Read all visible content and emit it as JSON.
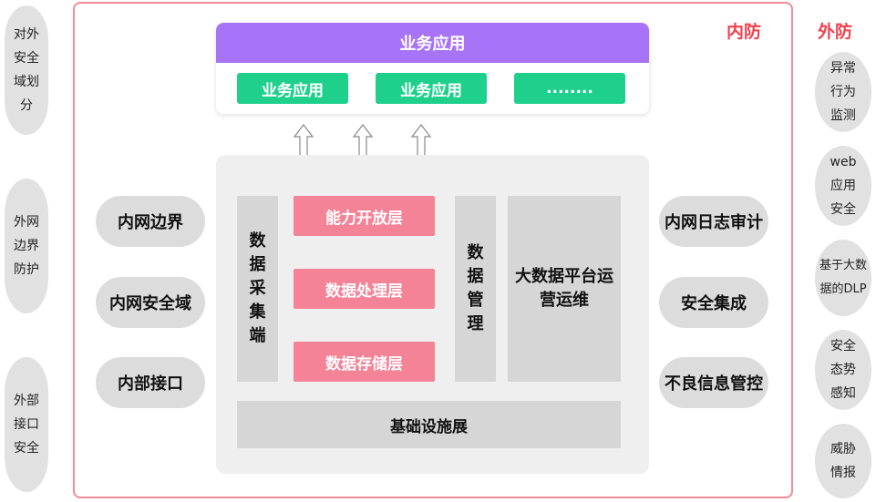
{
  "labels": {
    "inner_defense": "内防",
    "outer_defense": "外防"
  },
  "left_outer": [
    "对外安全域划分",
    "外网边界防护",
    "外部接口安全"
  ],
  "left_outer_lines": [
    [
      "对外",
      "安全",
      "域划",
      "分"
    ],
    [
      "外网",
      "边界",
      "防护"
    ],
    [
      "外部",
      "接口",
      "安全"
    ]
  ],
  "left_inner": [
    "内网边界",
    "内网安全域",
    "内部接口"
  ],
  "right_inner": [
    "内网日志审计",
    "安全集成",
    "不良信息管控"
  ],
  "right_outer_lines": [
    [
      "异常",
      "行为",
      "监测"
    ],
    [
      "web",
      "应用",
      "安全"
    ],
    [
      "基于大数",
      "据的DLP"
    ],
    [
      "安全",
      "态势",
      "感知"
    ],
    [
      "威胁",
      "情报"
    ]
  ],
  "app": {
    "header": "业务应用",
    "items": [
      "业务应用",
      "业务应用",
      "........"
    ]
  },
  "platform": {
    "collection": "数据采集端",
    "collection_chars": [
      "数",
      "据",
      "采",
      "集",
      "端"
    ],
    "layers": [
      "能力开放层",
      "数据处理层",
      "数据存储层"
    ],
    "management": "数据管理",
    "management_chars": [
      "数",
      "据",
      "管",
      "理"
    ],
    "ops_lines": [
      "大数据平台运",
      "营运维"
    ],
    "infrastructure": "基础设施展"
  },
  "colors": {
    "purple": "#a774f7",
    "green": "#1fd08d",
    "pink": "#f48397",
    "red": "#f0414f",
    "border": "#f28b96"
  }
}
